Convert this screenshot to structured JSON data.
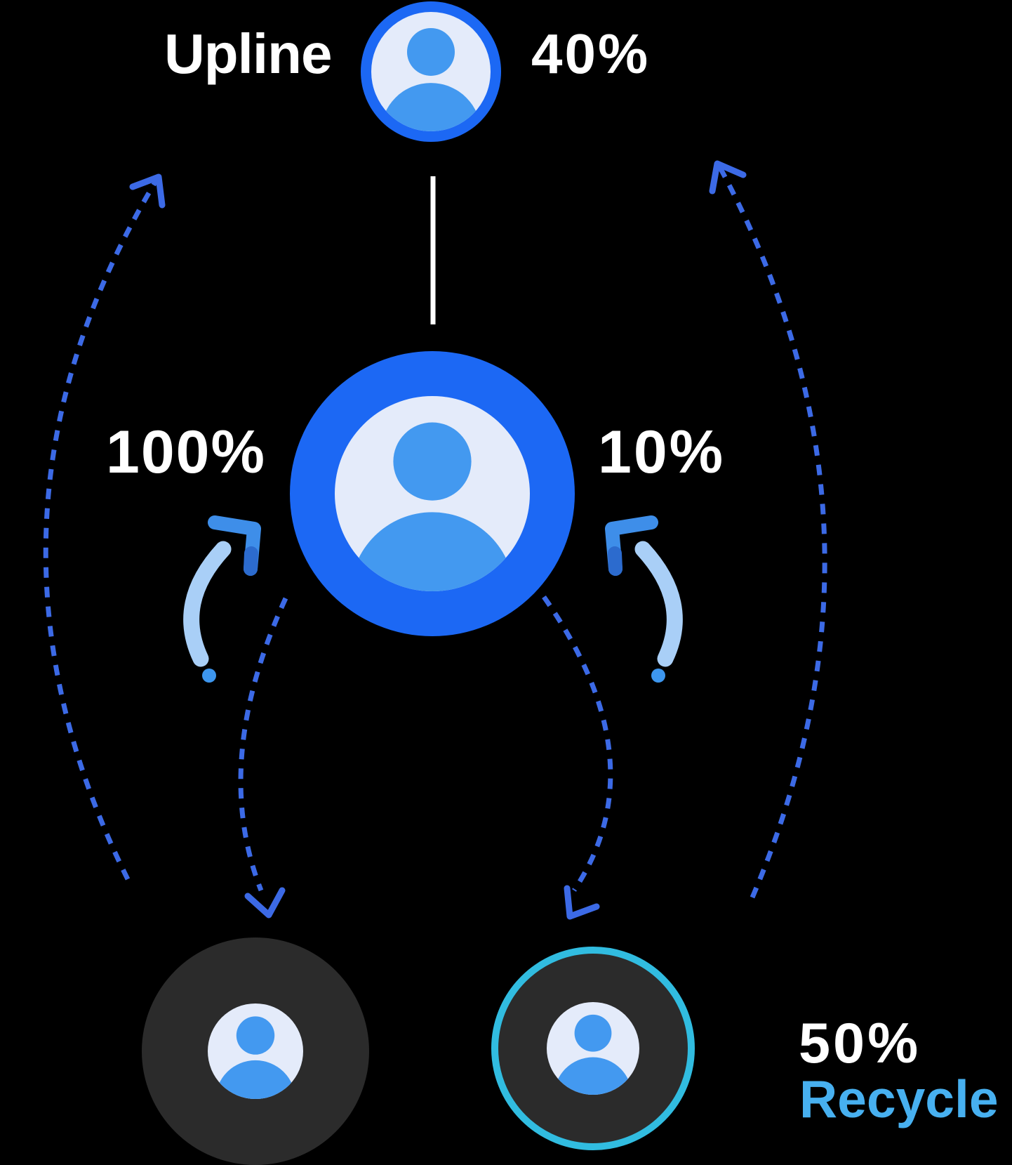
{
  "labels": {
    "upline": "Upline",
    "upline_share": "40%",
    "pay_in": "100%",
    "upline_pass": "10%",
    "recycle_share": "50%",
    "recycle_word": "Recycle"
  },
  "nodes": {
    "top": "upline-avatar",
    "middle": "member-avatar",
    "bottom_left": "downline-avatar",
    "bottom_right": "recycle-avatar"
  },
  "colors": {
    "background": "#000000",
    "primary_blue": "#1C68F4",
    "face_bg": "#E4EBFA",
    "person_blue": "#4399F0",
    "dashed_blue": "#3C6AE6",
    "arc_light": "#A9CFF7",
    "arrowhead_blue": "#3E8EE9",
    "arrowhead_shadow": "#2C6BCE",
    "dot_blue": "#3D96EE",
    "dark_circle": "#2B2B2B",
    "recycle_ring": "#31BCE0",
    "recycle_text": "#47B0F0",
    "text_white": "#FFFFFF"
  }
}
